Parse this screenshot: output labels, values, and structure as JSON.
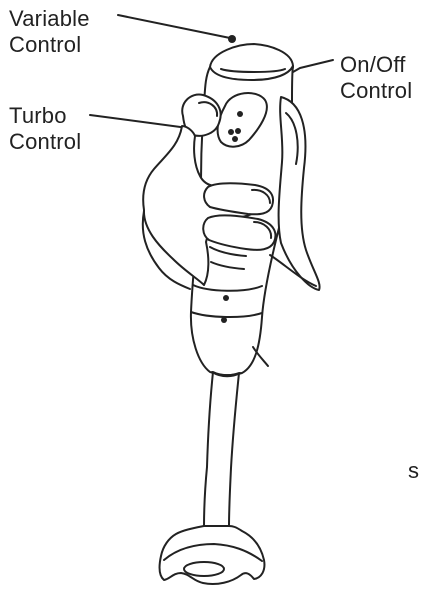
{
  "labels": {
    "variable_control": [
      "Variable",
      "Control"
    ],
    "on_off_control": [
      "On/Off",
      "Control"
    ],
    "turbo_control": [
      "Turbo",
      "Control"
    ],
    "stray_text": "s"
  },
  "colors": {
    "ink": "#222222",
    "background": "#ffffff"
  }
}
